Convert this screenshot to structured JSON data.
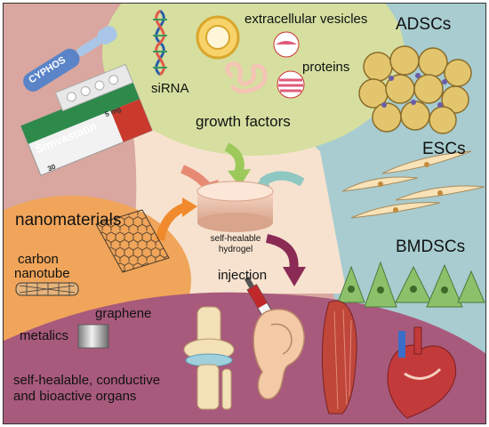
{
  "labels": {
    "extracellular_vesicles": "extracellular vesicles",
    "adscs": "ADSCs",
    "proteins": "proteins",
    "sirna": "siRNA",
    "growth_factors": "growth factors",
    "escs": "ESCs",
    "bmdscs": "BMDSCs",
    "nanomaterials": "nanomaterials",
    "carbon": "carbon",
    "nanotube": "nanotube",
    "graphene": "graphene",
    "metalics": "metalics",
    "hydrogel_line1": "self-healable",
    "hydrogel_line2": "hydrogel",
    "injection": "injection",
    "organs_line1": "self-healable, conductive",
    "organs_line2": "and bioactive organs"
  },
  "products": {
    "ampoule_label": "CYPHOS",
    "drug_name": "Simvastatin",
    "drug_dose": "5 mg",
    "drug_count": "30"
  },
  "colors": {
    "top_region": "#d6dfa0",
    "left_region": "#d9a79f",
    "right_region": "#a8ccd0",
    "center_region": "#f6e2cf",
    "nano_region": "#f0a55a",
    "bottom_region": "#a85a7c",
    "arrow_orange": "#f08a2c",
    "arrow_salmon": "#e78a74",
    "arrow_green": "#9cc95a",
    "arrow_teal": "#8fc7c2",
    "arrow_maroon": "#8a2a55"
  }
}
